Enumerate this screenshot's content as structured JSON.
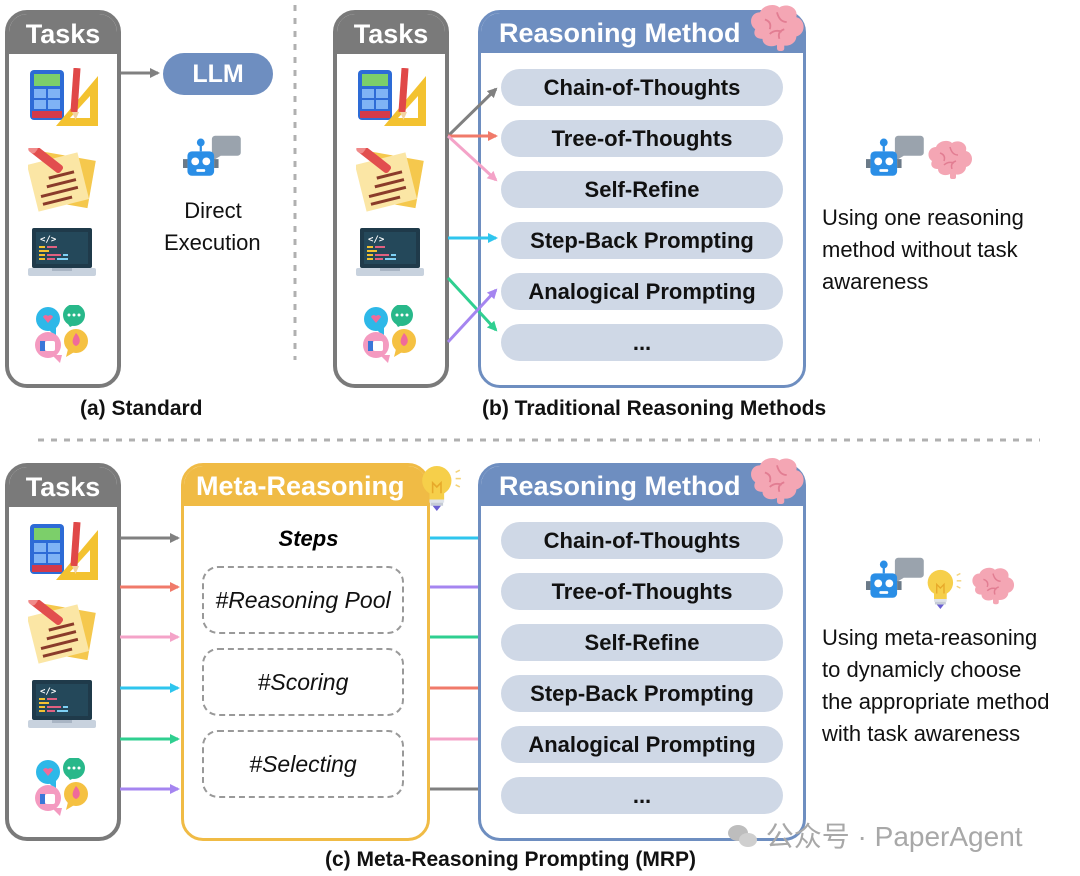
{
  "panel_a": {
    "tasks_title": "Tasks",
    "llm_label": "LLM",
    "robot_text_line1": "Direct",
    "robot_text_line2": "Execution",
    "caption": "(a) Standard"
  },
  "panel_b": {
    "tasks_title": "Tasks",
    "method_title": "Reasoning Method",
    "methods": [
      "Chain-of-Thoughts",
      "Tree-of-Thoughts",
      "Self-Refine",
      "Step-Back Prompting",
      "Analogical Prompting",
      "..."
    ],
    "description": [
      "Using one reasoning",
      "method without task",
      "awareness"
    ],
    "caption": "(b) Traditional Reasoning Methods"
  },
  "panel_c": {
    "tasks_title": "Tasks",
    "meta_title": "Meta-Reasoning",
    "steps_title": "Steps",
    "steps": [
      "#Reasoning Pool",
      "#Scoring",
      "#Selecting"
    ],
    "method_title": "Reasoning Method",
    "methods": [
      "Chain-of-Thoughts",
      "Tree-of-Thoughts",
      "Self-Refine",
      "Step-Back Prompting",
      "Analogical Prompting",
      "..."
    ],
    "description": [
      "Using meta-reasoning",
      "to dynamicly choose",
      "the appropriate method",
      "with task awareness"
    ],
    "caption": "(c) Meta-Reasoning Prompting (MRP)"
  },
  "task_icons": [
    "calculator-ruler-icon",
    "notes-pencil-icon",
    "laptop-code-icon",
    "chat-bubbles-icon"
  ],
  "colors": {
    "gray": "#7a7a7a",
    "blue": "#6e8ec0",
    "yellow": "#f0bb45",
    "pill": "#cfd8e6",
    "arrow_gray": "#808080",
    "arrow_red": "#f07a6a",
    "arrow_pink": "#f4a3c8",
    "arrow_cyan": "#2ec5ee",
    "arrow_green": "#2fcf90",
    "arrow_purple": "#a585f0"
  },
  "watermark": "公众号 · PaperAgent"
}
